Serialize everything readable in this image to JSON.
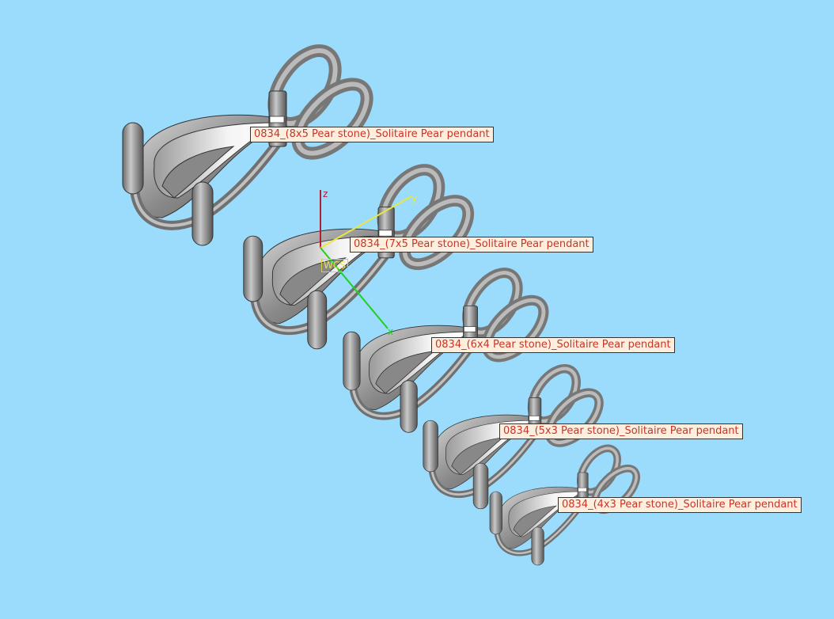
{
  "viewport": {
    "background_color": "#9bdbfb",
    "label_text_color": "#c8352a",
    "label_background_color": "#fdeedd",
    "labels": [
      {
        "text": "0834_(8x5 Pear stone)_Solitaire Pear pendant"
      },
      {
        "text": "0834_(7x5 Pear stone)_Solitaire Pear pendant"
      },
      {
        "text": "0834_(6x4 Pear stone)_Solitaire Pear pendant"
      },
      {
        "text": "0834_(5x3 Pear stone)_Solitaire Pear pendant"
      },
      {
        "text": "0834_(4x3 Pear stone)_Solitaire Pear pendant"
      }
    ],
    "axes": {
      "z_label": "z",
      "y_label": "y",
      "x_label": "x",
      "wcs_label": "WCS",
      "z_color": "#b02030",
      "y_color": "#e8e840",
      "x_color": "#20d020"
    }
  }
}
